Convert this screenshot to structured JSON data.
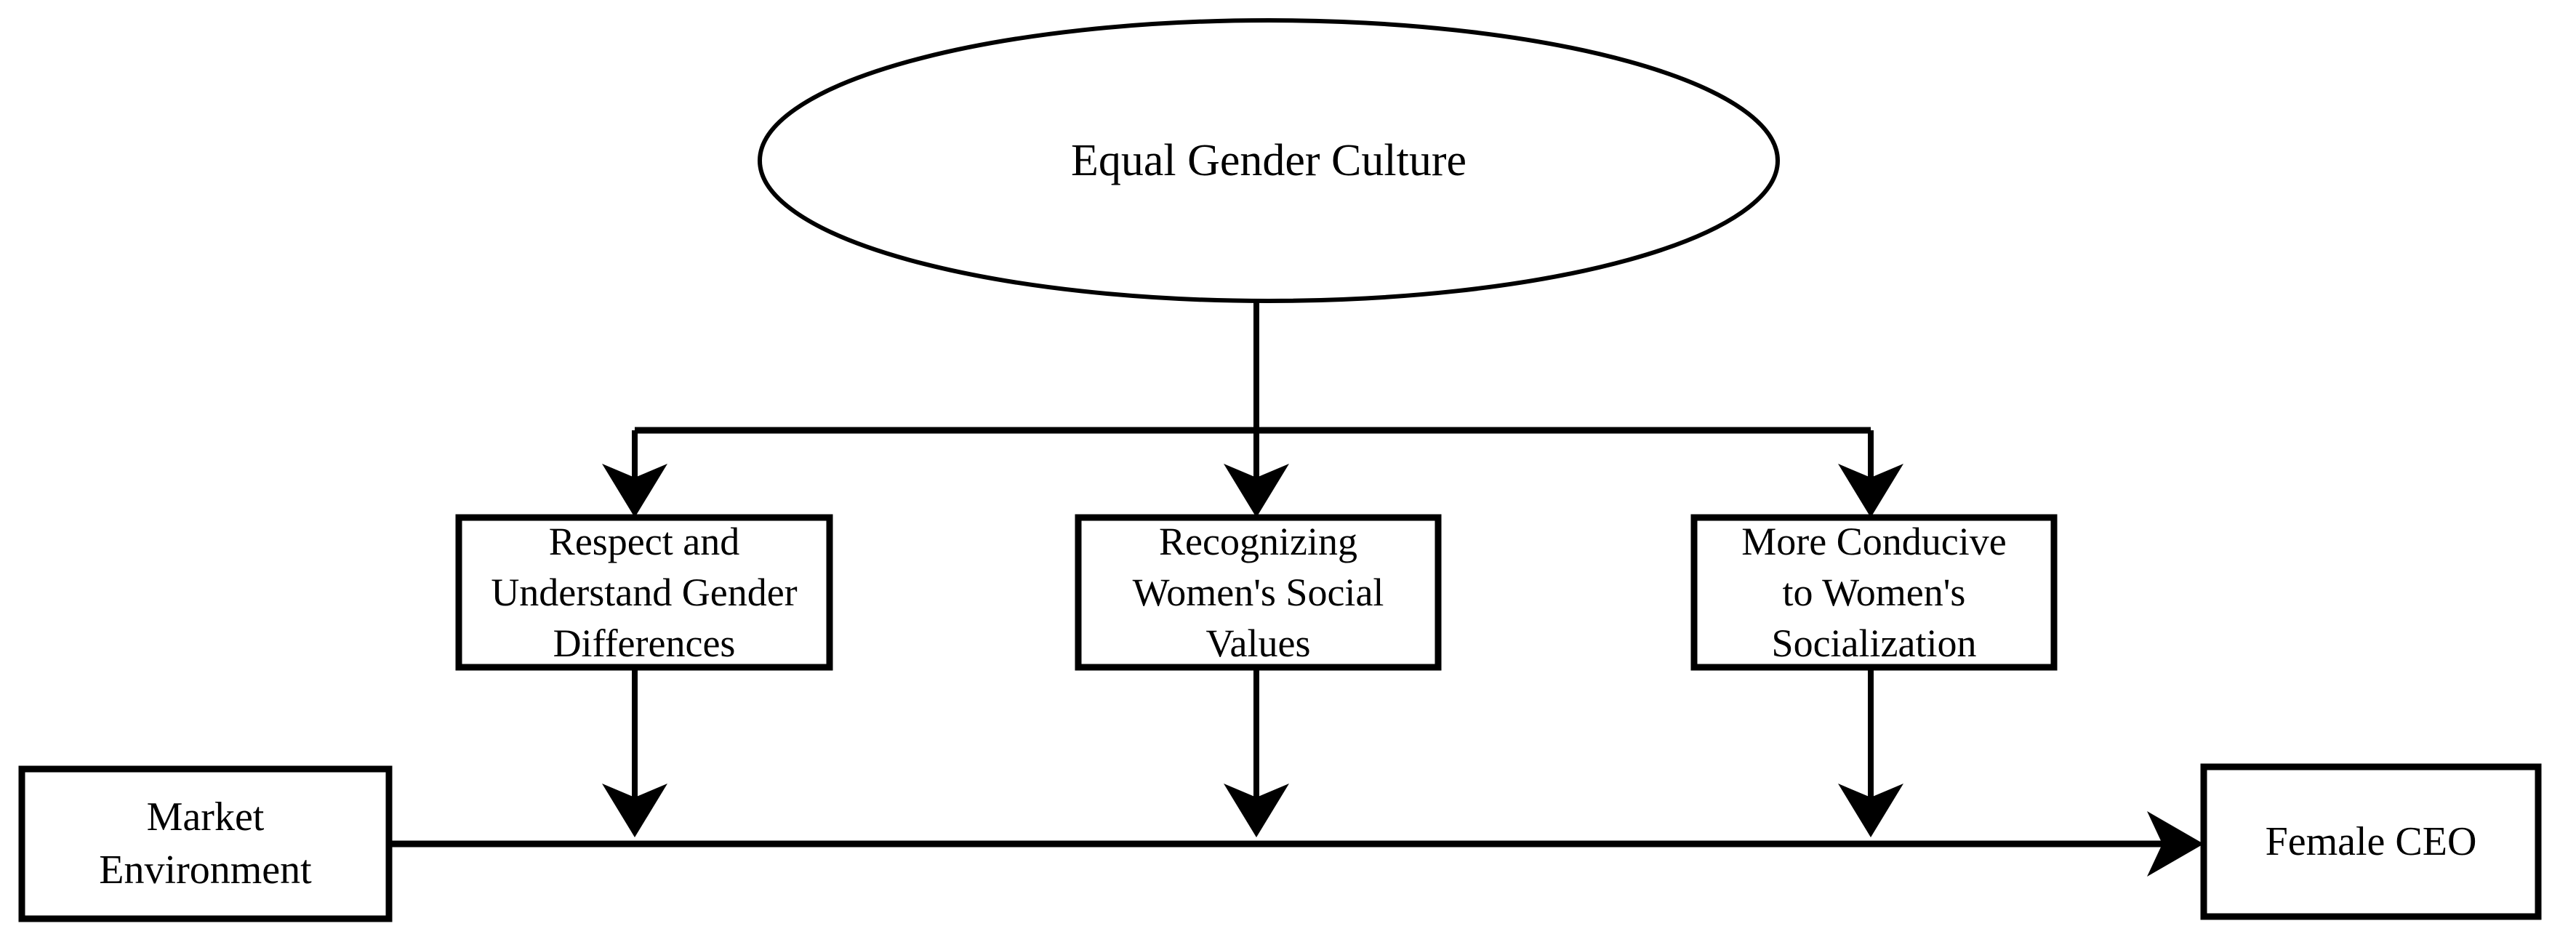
{
  "diagram": {
    "type": "flowchart",
    "title_text": "",
    "background_color": "#ffffff",
    "line_color": "#000000",
    "text_color": "#000000",
    "nodes": {
      "root": {
        "id": "equal-gender-culture",
        "shape": "ellipse",
        "label": "Equal Gender Culture",
        "lines": [
          "Equal Gender Culture"
        ]
      },
      "mediators": [
        {
          "id": "respect-understand-gender-differences",
          "shape": "rectangle",
          "label": "Respect and Understand Gender Differences",
          "lines": [
            "Respect and",
            "Understand Gender",
            "Differences"
          ]
        },
        {
          "id": "recognizing-womens-social-values",
          "shape": "rectangle",
          "label": "Recognizing Women's Social Values",
          "lines": [
            "Recognizing",
            "Women's Social",
            "Values"
          ]
        },
        {
          "id": "more-conducive-to-womens-socialization",
          "shape": "rectangle",
          "label": "More Conducive to Women's Socialization",
          "lines": [
            "More Conducive",
            "to Women's",
            "Socialization"
          ]
        }
      ],
      "source": {
        "id": "market-environment",
        "shape": "rectangle",
        "label": "Market Environment",
        "lines": [
          "Market",
          "Environment"
        ]
      },
      "outcome": {
        "id": "female-ceo",
        "shape": "rectangle",
        "label": "Female CEO",
        "lines": [
          "Female CEO"
        ]
      }
    },
    "edges": [
      {
        "from": "equal-gender-culture",
        "to": "respect-understand-gender-differences",
        "style": "elbow",
        "arrow": "single"
      },
      {
        "from": "equal-gender-culture",
        "to": "recognizing-womens-social-values",
        "style": "straight",
        "arrow": "single"
      },
      {
        "from": "equal-gender-culture",
        "to": "more-conducive-to-womens-socialization",
        "style": "elbow",
        "arrow": "single"
      },
      {
        "from": "respect-understand-gender-differences",
        "to": "market-environment-to-female-ceo-path",
        "style": "straight",
        "arrow": "single"
      },
      {
        "from": "recognizing-womens-social-values",
        "to": "market-environment-to-female-ceo-path",
        "style": "straight",
        "arrow": "single"
      },
      {
        "from": "more-conducive-to-womens-socialization",
        "to": "market-environment-to-female-ceo-path",
        "style": "straight",
        "arrow": "single"
      },
      {
        "from": "market-environment",
        "to": "female-ceo",
        "style": "straight",
        "arrow": "single"
      }
    ]
  }
}
